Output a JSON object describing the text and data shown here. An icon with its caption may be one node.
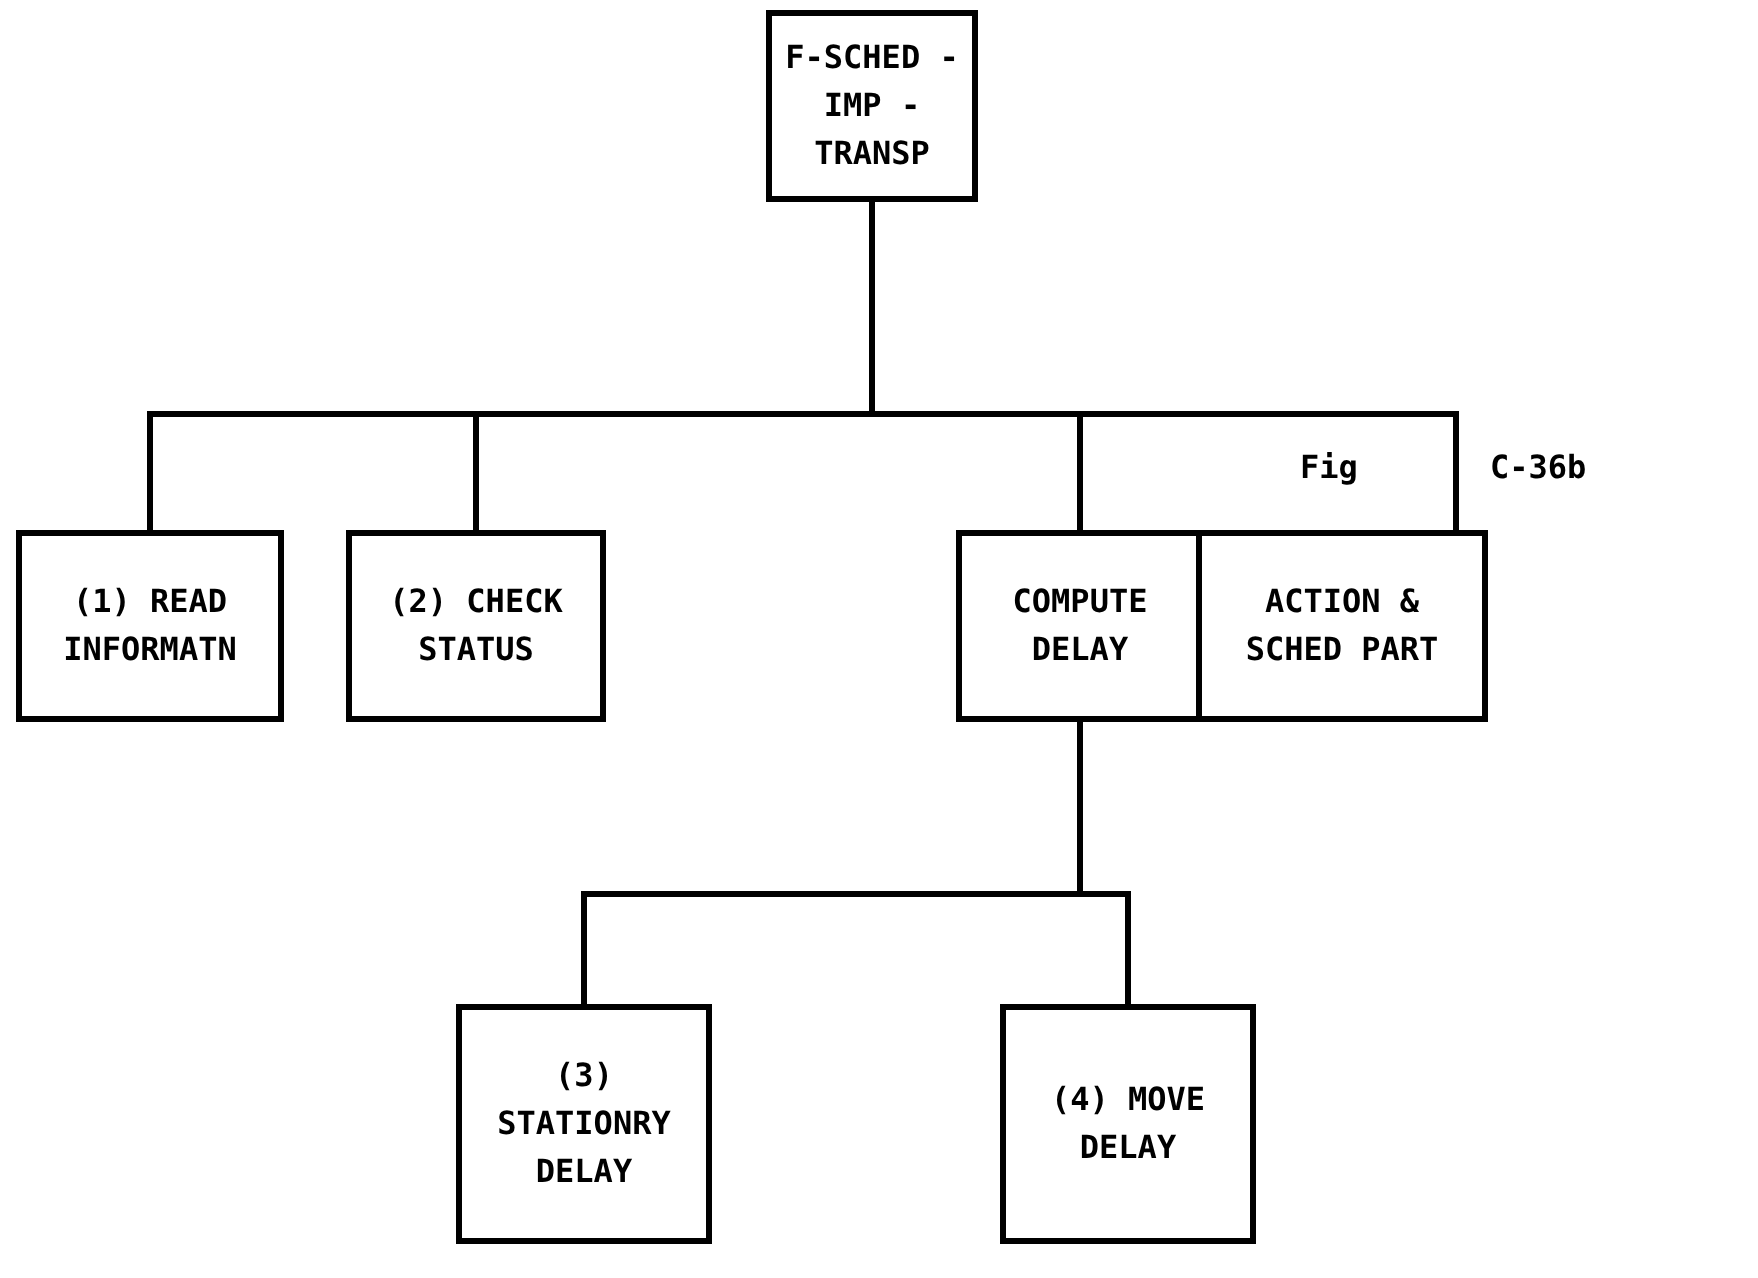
{
  "diagram": {
    "nodes": [
      {
        "text": [
          "F-SCHED -IMP -TRANSP"
        ]
      },
      {
        "text": [
          "(1) READ INFORMATN"
        ]
      },
      {
        "text": [
          "(2) CHECK STATUS"
        ]
      },
      {
        "text": [
          "COMPUTE DELAY"
        ]
      },
      {
        "text": [
          "ACTION & SCHED PART"
        ]
      },
      {
        "text": [
          "(3) STATIONRY DELAY"
        ]
      },
      {
        "text": [
          "(4) MOVE DELAY"
        ]
      }
    ],
    "edges": [
      {
        "from": 0,
        "to": 1,
        "arrow": "none"
      },
      {
        "from": 0,
        "to": 2,
        "arrow": "none"
      },
      {
        "from": 0,
        "to": 3,
        "arrow": "none"
      },
      {
        "from": 0,
        "to": 4,
        "arrow": "none"
      },
      {
        "from": 3,
        "to": 5,
        "arrow": "none"
      },
      {
        "from": 3,
        "to": 6,
        "arrow": "none"
      }
    ],
    "labels": [
      "Fig",
      "C-36b"
    ]
  }
}
